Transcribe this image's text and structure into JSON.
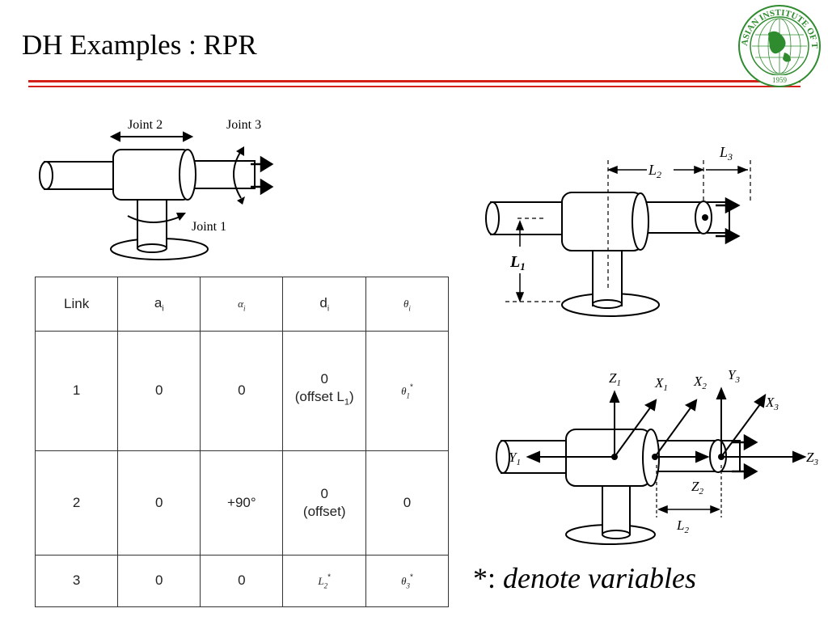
{
  "slide": {
    "title": "DH Examples : RPR",
    "caption_mark": "*:",
    "caption_text": "denote variables"
  },
  "logo": {
    "text": "ASIAN INSTITUTE OF TECHNOLOGY",
    "year": "1959"
  },
  "figure_top": {
    "joint2": "Joint 2",
    "joint3": "Joint 3",
    "joint1": "Joint 1"
  },
  "figure_right": {
    "L2": "L",
    "L2_sub": "2",
    "L3": "L",
    "L3_sub": "3",
    "L1": "L",
    "L1_sub": "1"
  },
  "figure_frames": {
    "Z1": "Z",
    "Z1_sub": "1",
    "X1": "X",
    "X1_sub": "1",
    "X2": "X",
    "X2_sub": "2",
    "Y3": "Y",
    "Y3_sub": "3",
    "X3": "X",
    "X3_sub": "3",
    "Y1": "Y",
    "Y1_sub": "1",
    "Z3": "Z",
    "Z3_sub": "3",
    "Z2": "Z",
    "Z2_sub": "2",
    "L2": "L",
    "L2_sub": "2"
  },
  "table": {
    "header": {
      "link": "Link",
      "a": "a",
      "a_sub": "i",
      "alpha": "α",
      "alpha_sub": "i",
      "d": "d",
      "d_sub": "i",
      "theta": "θ",
      "theta_sub": "i"
    },
    "rows": [
      {
        "link": "1",
        "a": "0",
        "alpha": "0",
        "d_line1": "0",
        "d_line2": "(offset L",
        "d_line2_sub": "1",
        "d_line2_end": ")",
        "theta": "θ",
        "theta_sub": "1",
        "theta_mark": "*"
      },
      {
        "link": "2",
        "a": "0",
        "alpha": "+90°",
        "d_line1": "0",
        "d_line2": "(offset)",
        "theta": "0"
      },
      {
        "link": "3",
        "a": "0",
        "alpha": "0",
        "d": "L",
        "d_sub": "2",
        "d_mark": "*",
        "theta": "θ",
        "theta_sub": "3",
        "theta_mark": "*"
      }
    ]
  },
  "colors": {
    "rule_red": "#d32018",
    "logo_green": "#2e8b2e",
    "table_border": "#333333"
  }
}
